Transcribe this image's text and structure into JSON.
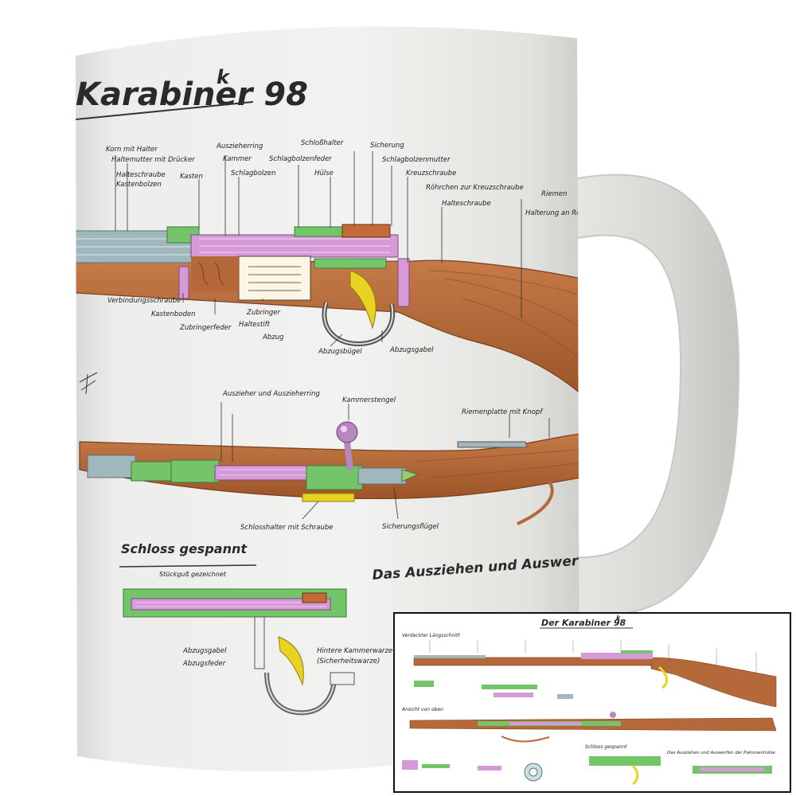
{
  "mug": {
    "title": "Karabiner 98",
    "title_sup": "k",
    "labels_top": [
      "Korn mit Halter",
      "Haltemutter mit Drücker",
      "Halteschraube",
      "Kastenbolzen",
      "Kasten",
      "Auszieherring",
      "Kammer",
      "Schlagbolzen",
      "Schloßhalter",
      "Schlagbolzenfeder",
      "Hülse",
      "Sicherung",
      "Schlagbolzenmutter",
      "Kreuzschraube",
      "Röhrchen zur Kreuzschraube",
      "Halteschraube",
      "Riemen",
      "Halterung an Rohr"
    ],
    "labels_bottom": [
      "Verbindungsschraube",
      "Kastenboden",
      "Zubringerfeder",
      "Zubringer",
      "Haltestift",
      "Abzug",
      "Abzugsbügel",
      "Abzugsgabel"
    ],
    "labels_mid": [
      "Auszieher und Auszieherring",
      "Kammerstengel",
      "Riemenplatte mit Knopf",
      "Schlosshalter mit Schraube",
      "Sicherungsflügel"
    ],
    "section_schloss": "Schloss gespannt",
    "section_schloss_sub": "Stückguß gezeichnet",
    "section_ausziehen": "Das Ausziehen und Auswerfen der",
    "labels_lower": [
      "Abzugsgabel",
      "Abzugsfeder",
      "Hintere Kammerwarze",
      "(Sicherheitswarze)"
    ]
  },
  "inset": {
    "title": "Der Karabiner 98",
    "title_sup": "k",
    "section_1": "Verdeckter Längsschnitt",
    "section_2": "Ansicht von oben",
    "section_3": "Schloss gespannt",
    "section_4": "Das Ausziehen und Auswerfen der Patronenhülse"
  },
  "colors": {
    "wood": "#b5693a",
    "wood_dark": "#8f4e27",
    "green": "#74c46a",
    "pink": "#d69ad8",
    "yellow": "#e8d321",
    "steel": "#8fa8b0",
    "mug": "#ebebea"
  }
}
